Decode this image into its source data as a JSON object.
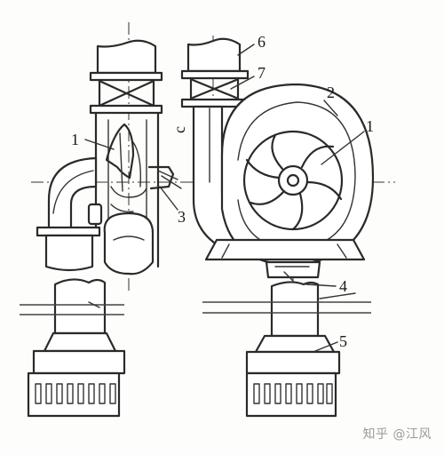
{
  "callouts": [
    {
      "id": "1a",
      "text": "1"
    },
    {
      "id": "1b",
      "text": "1"
    },
    {
      "id": "2",
      "text": "2"
    },
    {
      "id": "3",
      "text": "3"
    },
    {
      "id": "4",
      "text": "4"
    },
    {
      "id": "5",
      "text": "5"
    },
    {
      "id": "6",
      "text": "6"
    },
    {
      "id": "7",
      "text": "7"
    },
    {
      "id": "c",
      "text": "c"
    }
  ],
  "watermark": "知乎 @江风"
}
